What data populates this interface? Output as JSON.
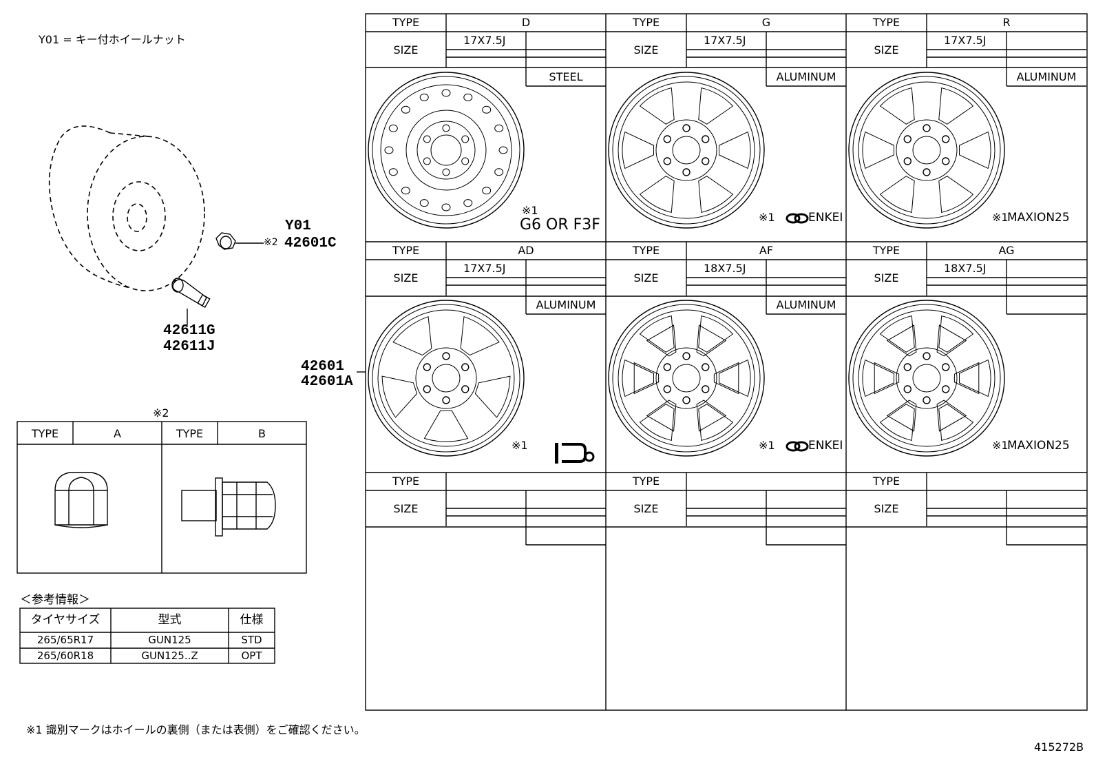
{
  "legend_line": "Y01 = キー付ホイールナット",
  "parts": {
    "key_nut_code": "Y01",
    "note2_mark": "※2",
    "key_nut_part": "42601C",
    "valve_part_1": "42611G",
    "valve_part_2": "42611J",
    "wheel_part_1": "42601",
    "wheel_part_2": "42601A"
  },
  "nut_table": {
    "note_mark": "※2",
    "cols": [
      {
        "type_label": "TYPE",
        "type_value": "A",
        "shape": "cap-nut-icon"
      },
      {
        "type_label": "TYPE",
        "type_value": "B",
        "shape": "flange-nut-icon"
      }
    ]
  },
  "reference": {
    "title": "＜参考情報＞",
    "headers": [
      "タイヤサイズ",
      "型式",
      "仕様"
    ],
    "rows": [
      [
        "265/65R17",
        "GUN125",
        "STD"
      ],
      [
        "265/60R18",
        "GUN125..Z",
        "OPT"
      ]
    ]
  },
  "wheel_grid": {
    "type_label": "TYPE",
    "size_label": "SIZE",
    "cells": [
      {
        "type": "D",
        "size": "17X7.5J",
        "material": "STEEL",
        "note": "※1",
        "mark": "G6 OR F3F",
        "design": "steel-wheel-icon"
      },
      {
        "type": "G",
        "size": "17X7.5J",
        "material": "ALUMINUM",
        "note": "※1",
        "mark": "ENKEI",
        "design": "six-spoke-wheel-icon"
      },
      {
        "type": "R",
        "size": "17X7.5J",
        "material": "ALUMINUM",
        "note": "※1",
        "mark": "MAXION25",
        "design": "six-spoke-wheel-icon"
      },
      {
        "type": "AD",
        "size": "17X7.5J",
        "material": "ALUMINUM",
        "note": "※1",
        "mark": "",
        "design": "five-spoke-wheel-icon"
      },
      {
        "type": "AF",
        "size": "18X7.5J",
        "material": "ALUMINUM",
        "note": "※1",
        "mark": "ENKEI",
        "design": "split-spoke-wheel-icon"
      },
      {
        "type": "AG",
        "size": "18X7.5J",
        "material": "",
        "note": "※1",
        "mark": "MAXION25",
        "design": "split-spoke-wheel-icon"
      },
      {
        "type": "",
        "size": "",
        "material": "",
        "note": "",
        "mark": "",
        "design": ""
      },
      {
        "type": "",
        "size": "",
        "material": "",
        "note": "",
        "mark": "",
        "design": ""
      },
      {
        "type": "",
        "size": "",
        "material": "",
        "note": "",
        "mark": "",
        "design": ""
      }
    ]
  },
  "footnote": "※1 識別マークはホイールの裏側（または表側）をご確認ください。",
  "figure_id": "415272B"
}
